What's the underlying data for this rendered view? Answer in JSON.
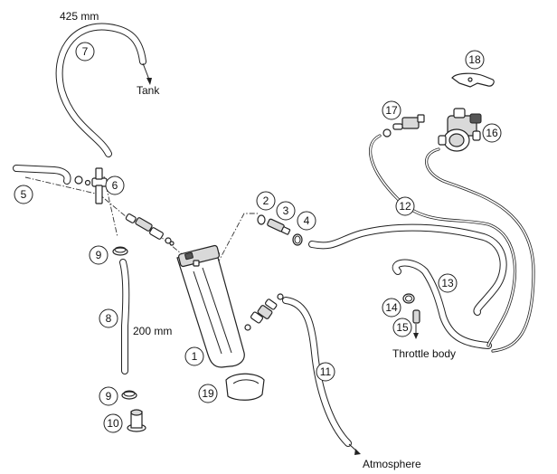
{
  "labels": {
    "len_425": "425 mm",
    "len_200": "200 mm",
    "tank": "Tank",
    "throttle": "Throttle body",
    "atmosphere": "Atmosphere"
  },
  "callouts": [
    "1",
    "2",
    "3",
    "4",
    "5",
    "6",
    "7",
    "8",
    "9",
    "9",
    "10",
    "11",
    "12",
    "13",
    "14",
    "15",
    "16",
    "17",
    "18",
    "19"
  ]
}
